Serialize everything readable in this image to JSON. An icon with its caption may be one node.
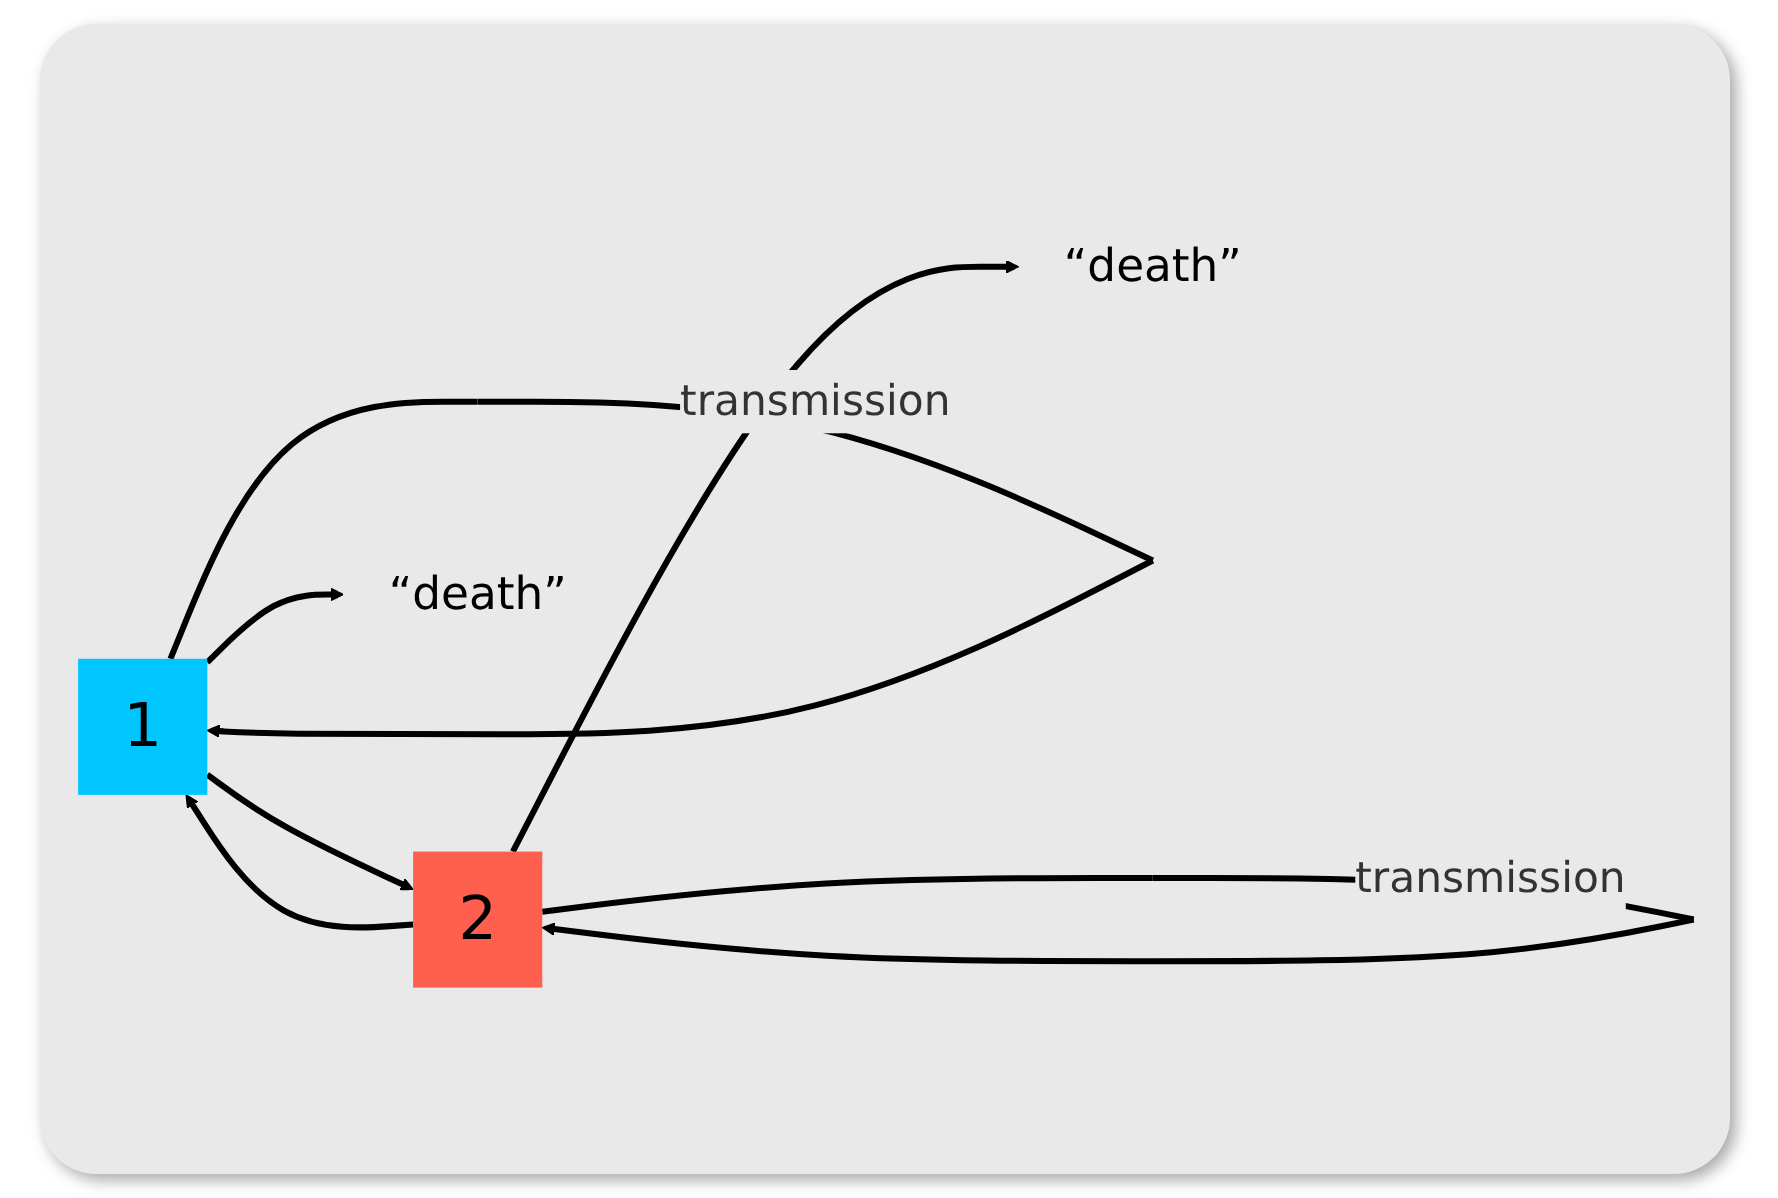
{
  "diagram": {
    "nodes": [
      {
        "text": [
          "1"
        ]
      },
      {
        "text": [
          "2"
        ]
      },
      {
        "text": [
          "“death”"
        ]
      },
      {
        "text": [
          "“death”"
        ]
      }
    ],
    "edges": [
      {
        "from": 0,
        "to": 0,
        "arrow": "to",
        "label": "transmission"
      },
      {
        "from": 1,
        "to": 1,
        "arrow": "to",
        "label": "transmission"
      },
      {
        "from": 1,
        "to": 0,
        "arrow": "to"
      },
      {
        "from": 0,
        "to": 1,
        "arrow": "to"
      },
      {
        "from": 0,
        "to": 2,
        "arrow": "to"
      },
      {
        "from": 1,
        "to": 3,
        "arrow": "to"
      }
    ]
  }
}
